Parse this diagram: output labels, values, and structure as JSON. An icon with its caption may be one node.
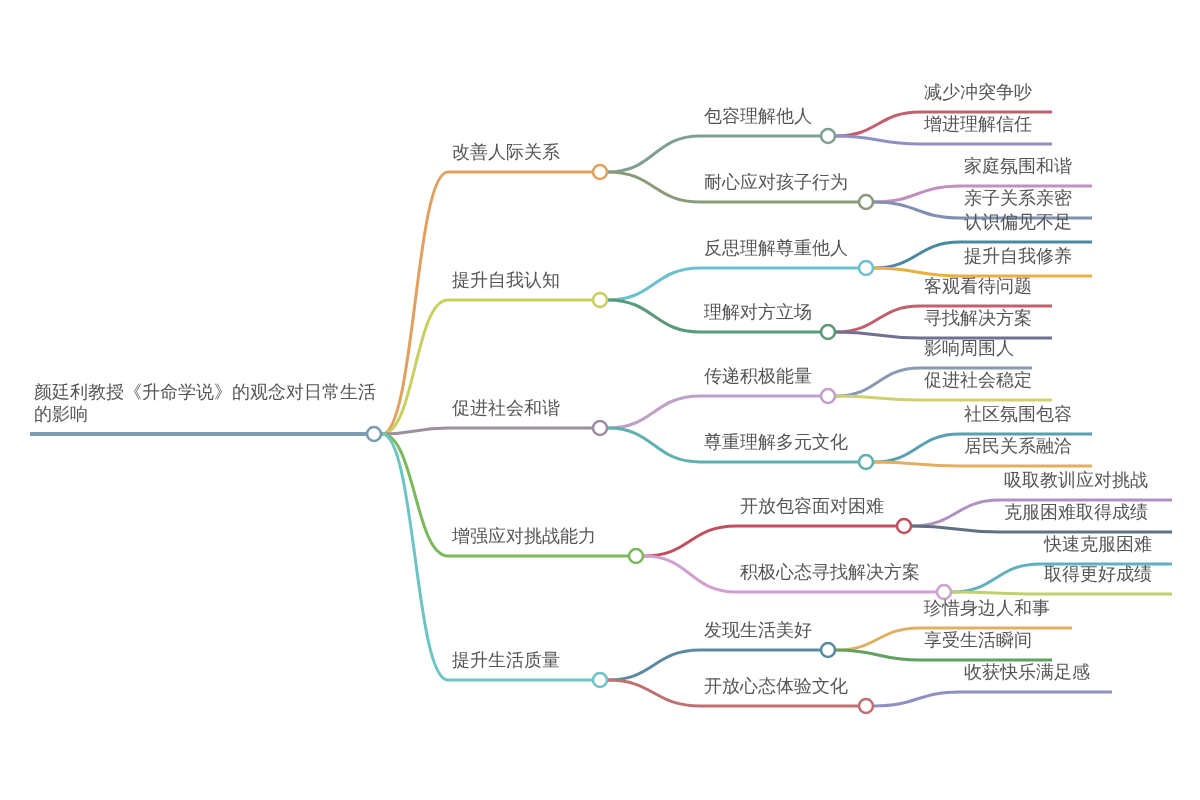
{
  "diagram": {
    "nodes": [
      {
        "text": [
          "颜廷利教授《升命学说》的观念对日常生活的影响"
        ]
      },
      {
        "text": [
          "改善人际关系"
        ]
      },
      {
        "text": [
          "包容理解他人"
        ]
      },
      {
        "text": [
          "减少冲突争吵"
        ]
      },
      {
        "text": [
          "增进理解信任"
        ]
      },
      {
        "text": [
          "耐心应对孩子行为"
        ]
      },
      {
        "text": [
          "家庭氛围和谐"
        ]
      },
      {
        "text": [
          "亲子关系亲密"
        ]
      },
      {
        "text": [
          "提升自我认知"
        ]
      },
      {
        "text": [
          "反思理解尊重他人"
        ]
      },
      {
        "text": [
          "认识偏见不足"
        ]
      },
      {
        "text": [
          "提升自我修养"
        ]
      },
      {
        "text": [
          "理解对方立场"
        ]
      },
      {
        "text": [
          "客观看待问题"
        ]
      },
      {
        "text": [
          "寻找解决方案"
        ]
      },
      {
        "text": [
          "促进社会和谐"
        ]
      },
      {
        "text": [
          "传递积极能量"
        ]
      },
      {
        "text": [
          "影响周围人"
        ]
      },
      {
        "text": [
          "促进社会稳定"
        ]
      },
      {
        "text": [
          "尊重理解多元文化"
        ]
      },
      {
        "text": [
          "社区氛围包容"
        ]
      },
      {
        "text": [
          "居民关系融洽"
        ]
      },
      {
        "text": [
          "增强应对挑战能力"
        ]
      },
      {
        "text": [
          "开放包容面对困难"
        ]
      },
      {
        "text": [
          "吸取教训应对挑战"
        ]
      },
      {
        "text": [
          "克服困难取得成绩"
        ]
      },
      {
        "text": [
          "积极心态寻找解决方案"
        ]
      },
      {
        "text": [
          "快速克服困难"
        ]
      },
      {
        "text": [
          "取得更好成绩"
        ]
      },
      {
        "text": [
          "提升生活质量"
        ]
      },
      {
        "text": [
          "发现生活美好"
        ]
      },
      {
        "text": [
          "珍惜身边人和事"
        ]
      },
      {
        "text": [
          "享受生活瞬间"
        ]
      },
      {
        "text": [
          "开放心态体验文化"
        ]
      },
      {
        "text": [
          "收获快乐满足感"
        ]
      }
    ],
    "edges": [
      {
        "from": 0,
        "to": 1,
        "arrow": "none",
        "color": "#e0a060"
      },
      {
        "from": 1,
        "to": 2,
        "arrow": "none",
        "color": "#7fa090"
      },
      {
        "from": 2,
        "to": 3,
        "arrow": "none",
        "color": "#c06070"
      },
      {
        "from": 2,
        "to": 4,
        "arrow": "none",
        "color": "#9090c0"
      },
      {
        "from": 1,
        "to": 5,
        "arrow": "none",
        "color": "#8a9a7a"
      },
      {
        "from": 5,
        "to": 6,
        "arrow": "none",
        "color": "#c090c0"
      },
      {
        "from": 5,
        "to": 7,
        "arrow": "none",
        "color": "#8090b0"
      },
      {
        "from": 0,
        "to": 8,
        "arrow": "none",
        "color": "#c8d060"
      },
      {
        "from": 8,
        "to": 9,
        "arrow": "none",
        "color": "#6cc0d0"
      },
      {
        "from": 9,
        "to": 10,
        "arrow": "none",
        "color": "#4a8aa0"
      },
      {
        "from": 9,
        "to": 11,
        "arrow": "none",
        "color": "#e8b040"
      },
      {
        "from": 8,
        "to": 12,
        "arrow": "none",
        "color": "#5a9a7a"
      },
      {
        "from": 12,
        "to": 13,
        "arrow": "none",
        "color": "#c06070"
      },
      {
        "from": 12,
        "to": 14,
        "arrow": "none",
        "color": "#707090"
      },
      {
        "from": 0,
        "to": 15,
        "arrow": "none",
        "color": "#9b8fa0"
      },
      {
        "from": 15,
        "to": 16,
        "arrow": "none",
        "color": "#c0a0c8"
      },
      {
        "from": 16,
        "to": 17,
        "arrow": "none",
        "color": "#8a9ab0"
      },
      {
        "from": 16,
        "to": 18,
        "arrow": "none",
        "color": "#d0d070"
      },
      {
        "from": 15,
        "to": 19,
        "arrow": "none",
        "color": "#60b0b0"
      },
      {
        "from": 19,
        "to": 20,
        "arrow": "none",
        "color": "#5aa0b0"
      },
      {
        "from": 19,
        "to": 21,
        "arrow": "none",
        "color": "#e0b060"
      },
      {
        "from": 0,
        "to": 22,
        "arrow": "none",
        "color": "#7cb85c"
      },
      {
        "from": 22,
        "to": 23,
        "arrow": "none",
        "color": "#c05060"
      },
      {
        "from": 23,
        "to": 24,
        "arrow": "none",
        "color": "#b090c0"
      },
      {
        "from": 23,
        "to": 25,
        "arrow": "none",
        "color": "#607080"
      },
      {
        "from": 22,
        "to": 26,
        "arrow": "none",
        "color": "#d0a0d0"
      },
      {
        "from": 26,
        "to": 27,
        "arrow": "none",
        "color": "#60b0c0"
      },
      {
        "from": 26,
        "to": 28,
        "arrow": "none",
        "color": "#c0d070"
      },
      {
        "from": 0,
        "to": 29,
        "arrow": "none",
        "color": "#6cc4c4"
      },
      {
        "from": 29,
        "to": 30,
        "arrow": "none",
        "color": "#5a8aa0"
      },
      {
        "from": 30,
        "to": 31,
        "arrow": "none",
        "color": "#e0b060"
      },
      {
        "from": 30,
        "to": 32,
        "arrow": "none",
        "color": "#60a060"
      },
      {
        "from": 29,
        "to": 33,
        "arrow": "none",
        "color": "#c07070"
      },
      {
        "from": 33,
        "to": 34,
        "arrow": "none",
        "color": "#9090c0"
      }
    ]
  }
}
